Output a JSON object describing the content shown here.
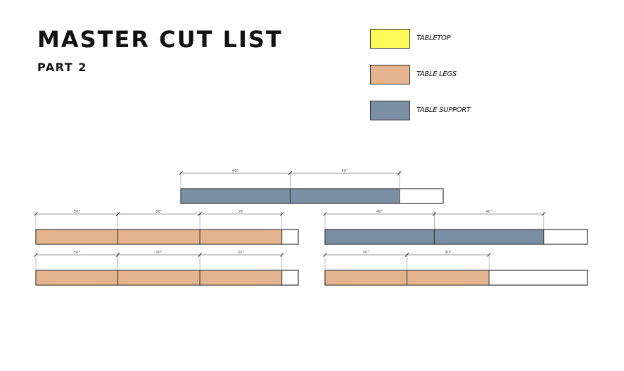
{
  "header": {
    "title": "MASTER CUT LIST",
    "subtitle": "PART 2"
  },
  "legend": [
    {
      "label": "TABLETOP",
      "color": "#fff95a"
    },
    {
      "label": "TABLE LEGS",
      "color": "#e3b48d"
    },
    {
      "label": "TABLE SUPPORT",
      "color": "#7a8ea4"
    }
  ],
  "boards": [
    {
      "name": "board-1",
      "length": 96,
      "cuts": [
        {
          "length": 40,
          "label": "40\"",
          "part": "TABLE SUPPORT"
        },
        {
          "length": 40,
          "label": "40\"",
          "part": "TABLE SUPPORT"
        }
      ]
    },
    {
      "name": "board-2",
      "length": 96,
      "cuts": [
        {
          "length": 30,
          "label": "30\"",
          "part": "TABLE LEGS"
        },
        {
          "length": 30,
          "label": "30\"",
          "part": "TABLE LEGS"
        },
        {
          "length": 30,
          "label": "30\"",
          "part": "TABLE LEGS"
        }
      ]
    },
    {
      "name": "board-3",
      "length": 96,
      "cuts": [
        {
          "length": 40,
          "label": "40\"",
          "part": "TABLE SUPPORT"
        },
        {
          "length": 40,
          "label": "40\"",
          "part": "TABLE SUPPORT"
        }
      ]
    },
    {
      "name": "board-4",
      "length": 96,
      "cuts": [
        {
          "length": 30,
          "label": "30\"",
          "part": "TABLE LEGS"
        },
        {
          "length": 30,
          "label": "30\"",
          "part": "TABLE LEGS"
        },
        {
          "length": 30,
          "label": "30\"",
          "part": "TABLE LEGS"
        }
      ]
    },
    {
      "name": "board-5",
      "length": 96,
      "cuts": [
        {
          "length": 30,
          "label": "30\"",
          "part": "TABLE LEGS"
        },
        {
          "length": 30,
          "label": "30\"",
          "part": "TABLE LEGS"
        }
      ]
    }
  ]
}
